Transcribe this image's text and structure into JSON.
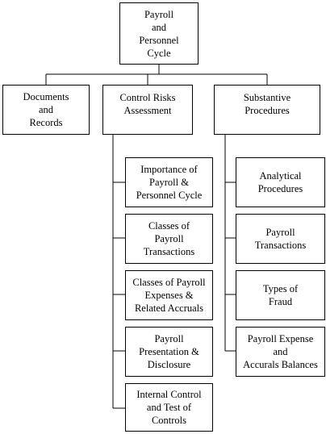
{
  "diagram": {
    "root": {
      "label_lines": [
        "Payroll",
        "and",
        "Personnel",
        "Cycle"
      ]
    },
    "level1": [
      {
        "id": "documents",
        "label_lines": [
          "Documents",
          "and",
          "Records"
        ]
      },
      {
        "id": "control",
        "label_lines": [
          "Control Risks",
          "Assessment"
        ]
      },
      {
        "id": "substantive",
        "label_lines": [
          "Substantive",
          "Procedures"
        ]
      }
    ],
    "control_children": [
      {
        "label_lines": [
          "Importance of",
          "Payroll &",
          "Personnel Cycle"
        ]
      },
      {
        "label_lines": [
          "Classes of",
          "Payroll",
          "Transactions"
        ]
      },
      {
        "label_lines": [
          "Classes of Payroll",
          "Expenses &",
          "Related Accruals"
        ]
      },
      {
        "label_lines": [
          "Payroll",
          "Presentation &",
          "Disclosure"
        ]
      },
      {
        "label_lines": [
          "Internal Control",
          "and Test of",
          "Controls"
        ]
      }
    ],
    "substantive_children": [
      {
        "label_lines": [
          "Analytical",
          "Procedures"
        ]
      },
      {
        "label_lines": [
          "Payroll",
          "Transactions"
        ]
      },
      {
        "label_lines": [
          "Types of",
          "Fraud"
        ]
      },
      {
        "label_lines": [
          "Payroll Expense",
          "and",
          "Accurals Balances"
        ]
      }
    ],
    "line_color": "#000000",
    "box_border_color": "#000000"
  }
}
